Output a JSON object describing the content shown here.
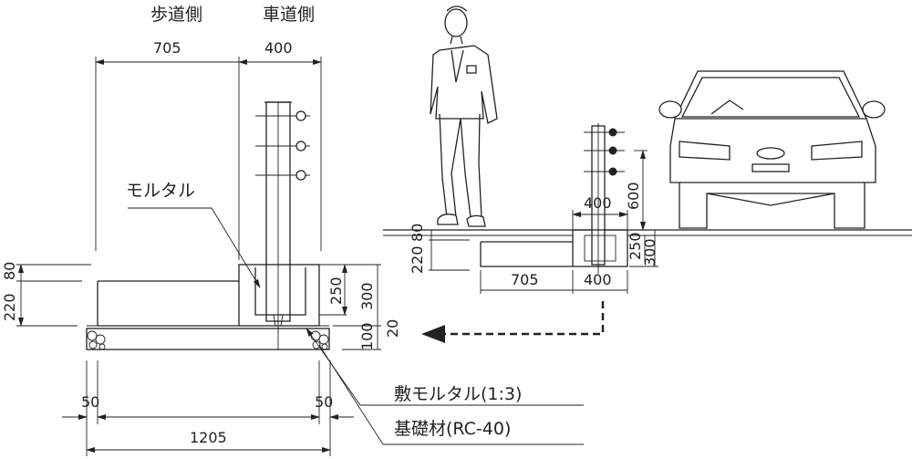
{
  "headers": {
    "sidewalk_side": "歩道側",
    "roadway_side": "車道側"
  },
  "section": {
    "top_dims": {
      "sidewalk_width": "705",
      "roadway_width": "400"
    },
    "left_dims": {
      "mortar_height": "220",
      "top_offset": "80"
    },
    "right_dims": {
      "sleeve_depth": "250",
      "block_height": "300",
      "bedding_mortar": "20",
      "base_course": "100"
    },
    "bottom_dims": {
      "left_margin": "50",
      "right_margin": "50",
      "total_width": "1205"
    },
    "labels": {
      "mortar": "モルタル",
      "bedding_mortar": "敷モルタル(1:3)",
      "base_material": "基礎材(RC-40)"
    }
  },
  "overview": {
    "dims": {
      "block_top_width": "400",
      "rail_height": "600",
      "sleeve_depth": "250",
      "block_height": "300",
      "mortar_height": "220",
      "top_offset": "80",
      "sidewalk_width": "705",
      "block_bottom_width": "400"
    }
  },
  "colors": {
    "line": "#222222",
    "background": "#ffffff"
  }
}
